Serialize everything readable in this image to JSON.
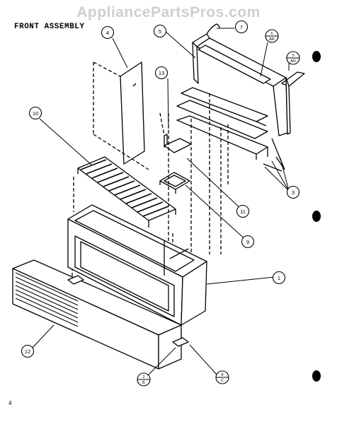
{
  "watermark": "AppliancePartsPros.com",
  "title": "FRONT ASSEMBLY",
  "page_number": "4",
  "callouts": {
    "c1": "1",
    "c3": "3",
    "c4": "4",
    "c5": "5",
    "c7": "7",
    "c9": "9",
    "c10": "10",
    "c11": "11",
    "c12": "12",
    "c13": "13"
  },
  "subcallouts": {
    "s_top_a": {
      "top": "5",
      "bottom": "AR"
    },
    "s_top_b": {
      "top": "5",
      "bottom": "AR"
    },
    "s_bot_a": {
      "top": "2",
      "bottom": "B"
    },
    "s_bot_b": {
      "top": "8",
      "bottom": "C"
    }
  }
}
